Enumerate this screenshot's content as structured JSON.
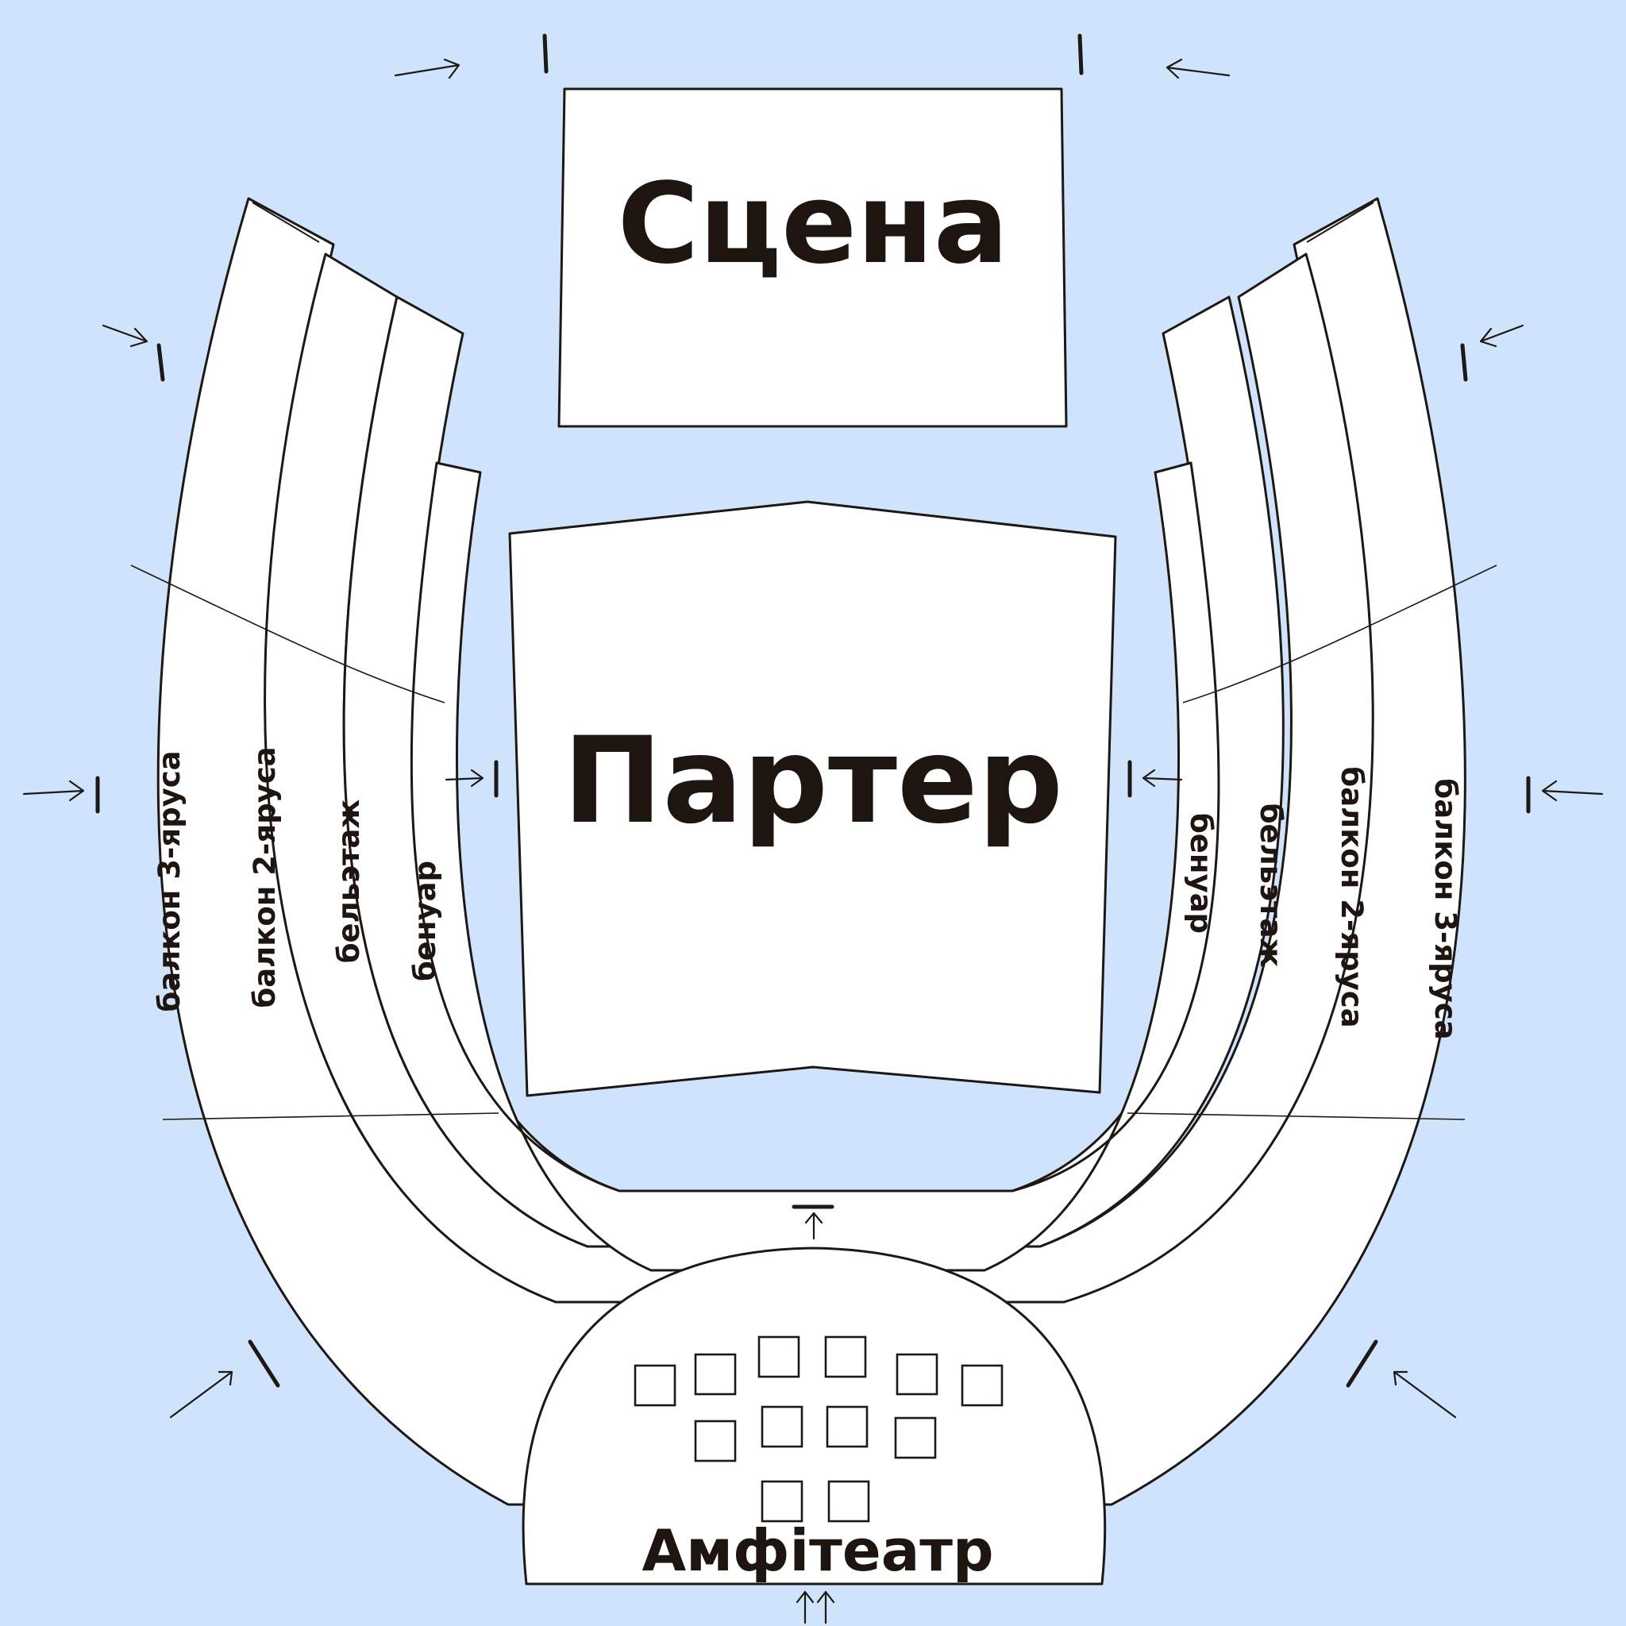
{
  "labels": {
    "stage": "Сцена",
    "parterre": "Партер",
    "amphitheatre": "Амфітеатр",
    "left": {
      "benoir": "бенуар",
      "beletage": "бельэтаж",
      "balcony2": "балкон 2-яруса",
      "balcony3": "балкон 3-яруса"
    },
    "right": {
      "benoir": "бенуар",
      "beletage": "бельэтаж",
      "balcony2": "балкон 2-яруса",
      "balcony3": "балкон 3-яруса"
    }
  },
  "colors": {
    "background": "#cfe4fc",
    "fill": "#ffffff",
    "ink": "#1e1814"
  },
  "icons": [
    "entrance-arrow-icon",
    "door-mark-icon"
  ]
}
